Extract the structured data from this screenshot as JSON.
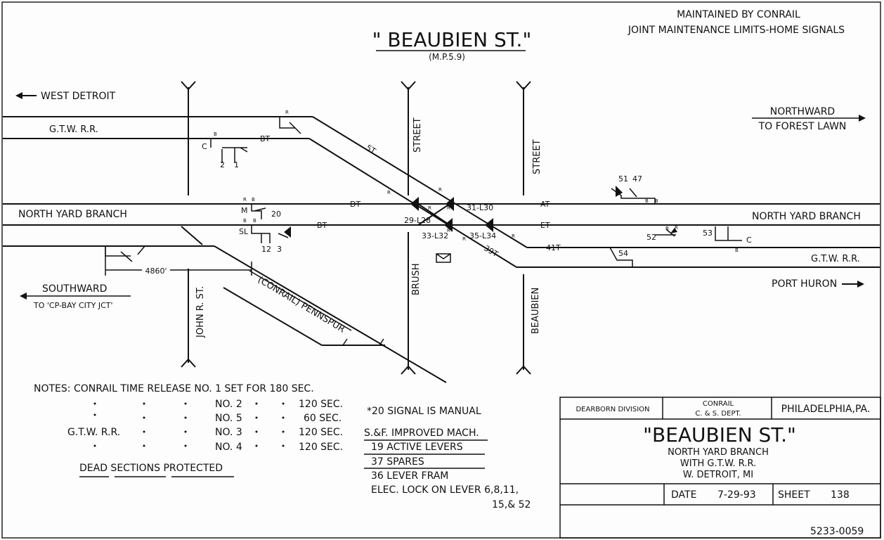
{
  "header": {
    "maint_line1": "MAINTAINED BY CONRAIL",
    "maint_line2": "JOINT MAINTENANCE LIMITS-HOME SIGNALS",
    "title": "\" BEAUBIEN ST.\"",
    "milepost": "(M.P.5.9)"
  },
  "directions": {
    "west": "WEST DETROIT",
    "north_line1": "NORTHWARD",
    "north_line2": "TO FOREST LAWN",
    "south_line1": "SOUTHWARD",
    "south_line2": "TO 'CP-BAY CITY JCT'",
    "port_huron": "PORT HURON"
  },
  "tracks": {
    "gtw_left": "G.T.W. R.R.",
    "gtw_right": "G.T.W. R.R.",
    "nyb_left": "NORTH YARD BRANCH",
    "nyb_right": "NORTH YARD BRANCH",
    "conrail_spur": "(CONRAIL) PENNSPUR",
    "distance": "4860'"
  },
  "streets": {
    "john_r": "JOHN R. ST.",
    "street1": "STREET",
    "street2": "STREET",
    "brush": "BRUSH",
    "beaubien": "BEAUBIEN"
  },
  "circuits": [
    "BT",
    "5T",
    "DT",
    "BT",
    "AT",
    "ET",
    "41T",
    "39T"
  ],
  "signals": [
    "C",
    "2",
    "1",
    "M",
    "20",
    "SL",
    "12",
    "3",
    "31-L30",
    "29-L28",
    "33-L32",
    "35-L34",
    "51",
    "47",
    "52",
    "53",
    "C",
    "54"
  ],
  "signal_letters": [
    "R",
    "B",
    "R",
    "B",
    "B",
    "B",
    "R",
    "R",
    "R",
    "R",
    "R",
    "R",
    "R",
    "B",
    "B",
    "B",
    "R",
    "B"
  ],
  "notes": {
    "line1": "NOTES: CONRAIL  TIME  RELEASE  NO. 1  SET  FOR  180  SEC.",
    "rows": [
      {
        "prefix": "",
        "no": "NO. 2",
        "sec": "120  SEC."
      },
      {
        "prefix": "",
        "no": "NO. 5",
        "sec": "60  SEC."
      },
      {
        "prefix": "G.T.W. R.R.",
        "no": "NO. 3",
        "sec": "120  SEC."
      },
      {
        "prefix": "",
        "no": "NO. 4",
        "sec": "120  SEC."
      }
    ],
    "dead_sections": "DEAD  SECTIONS  PROTECTED"
  },
  "machine": {
    "manual": "*20  SIGNAL  IS  MANUAL",
    "improved": "S.&F. IMPROVED  MACH.",
    "active": "19  ACTIVE  LEVERS",
    "spares": "37  SPARES",
    "frame": "36  LEVER  FRAM",
    "lock_line1": "ELEC. LOCK  ON  LEVER  6,8,11,",
    "lock_line2": "15,&  52"
  },
  "title_block": {
    "division": "DEARBORN  DIVISION",
    "dept_line1": "CONRAIL",
    "dept_line2": "C. & S. DEPT.",
    "city": "PHILADELPHIA,PA.",
    "name": "\"BEAUBIEN  ST.\"",
    "sub1": "NORTH YARD BRANCH",
    "sub2": "WITH G.T.W. R.R.",
    "sub3": "W. DETROIT, MI",
    "date_label": "DATE",
    "date": "7-29-93",
    "sheet_label": "SHEET",
    "sheet": "138",
    "drawing_no": "5233-0059"
  }
}
